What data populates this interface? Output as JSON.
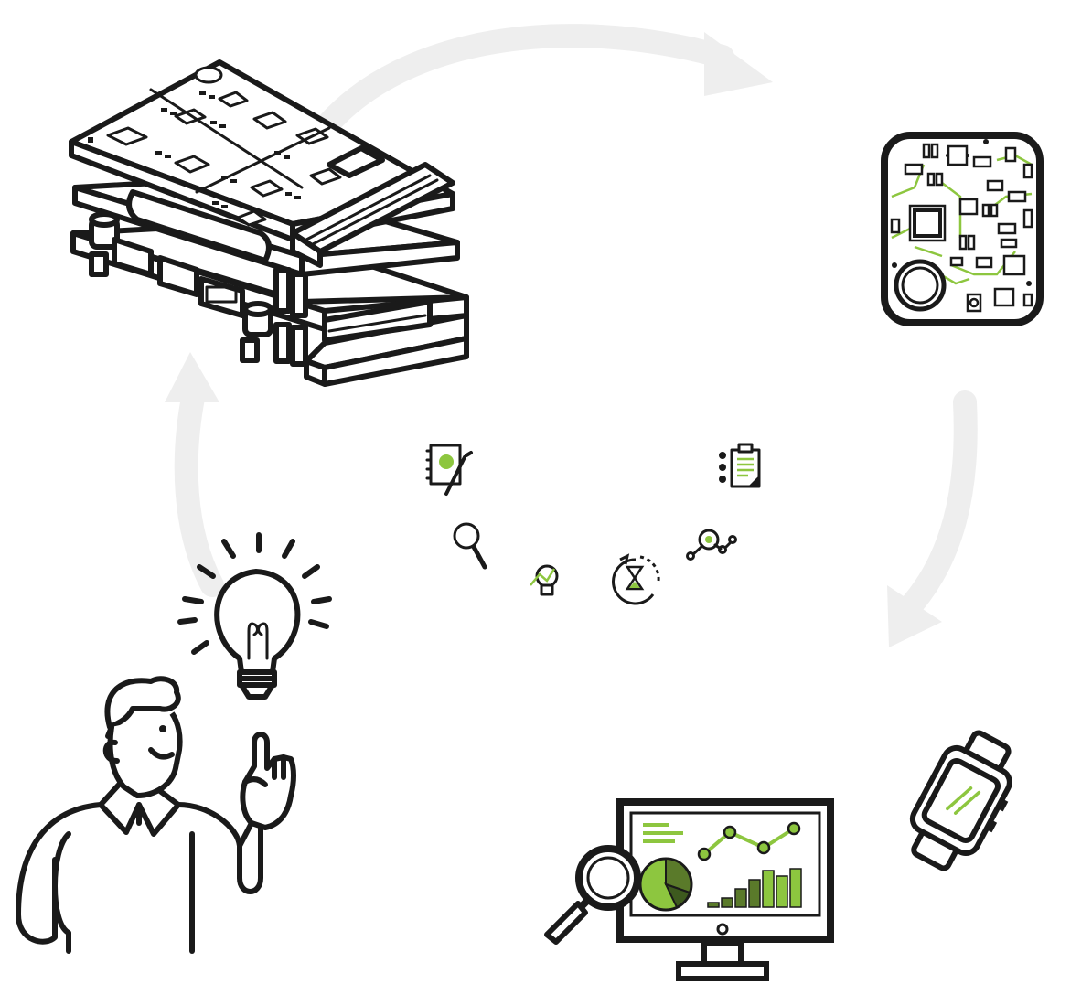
{
  "colors": {
    "ink": "#1a1a1a",
    "accent": "#8dc63f",
    "accent_dark": "#5a7a2a",
    "cycle_arrow": "#eeeeee",
    "background": "#ffffff"
  },
  "cycle": {
    "stages": [
      {
        "icon": "person-idea-icon"
      },
      {
        "icon": "stacked-boards-icon"
      },
      {
        "icon": "circuit-module-icon"
      },
      {
        "icon": "smartwatch-icon"
      },
      {
        "icon": "analytics-monitor-icon"
      }
    ],
    "arrows": [
      {
        "icon": "cycle-arrow-top"
      },
      {
        "icon": "cycle-arrow-right"
      },
      {
        "icon": "cycle-arrow-left"
      }
    ]
  },
  "center_icons": [
    {
      "icon": "notebook-pen-icon"
    },
    {
      "icon": "checklist-clipboard-icon"
    },
    {
      "icon": "magnifier-icon"
    },
    {
      "icon": "idea-growth-icon"
    },
    {
      "icon": "hourglass-cycle-icon"
    },
    {
      "icon": "node-path-icon"
    }
  ]
}
